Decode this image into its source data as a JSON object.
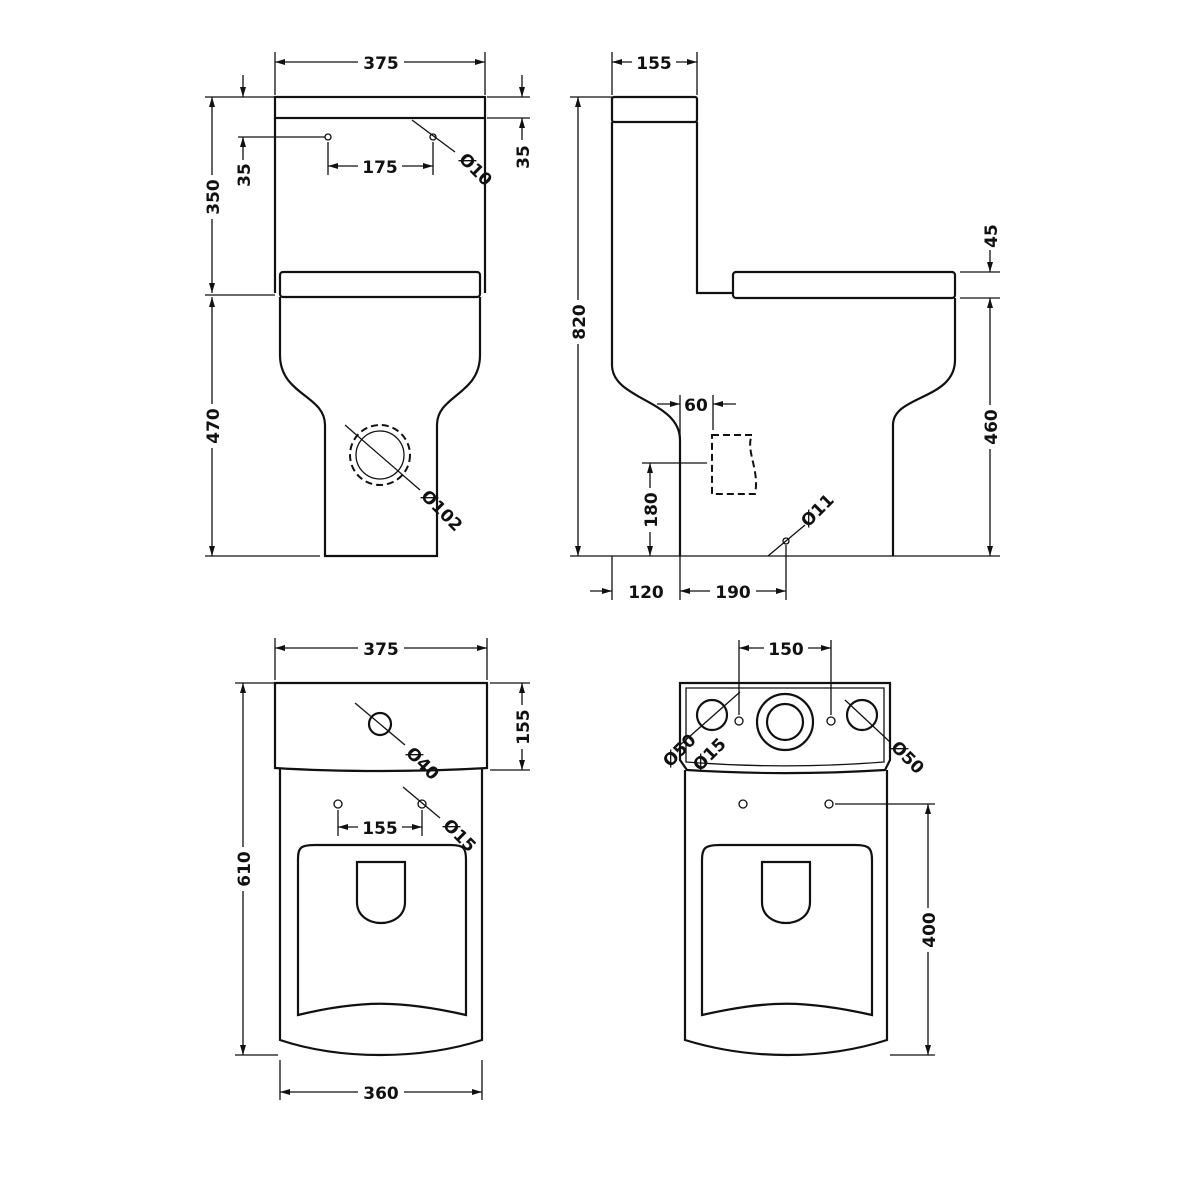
{
  "front_view": {
    "width_top": "375",
    "tank_height": "350",
    "pan_height": "470",
    "tank_offset_left": "35",
    "tank_offset_right": "35",
    "button_spacing": "175",
    "button_hole": "Ø10",
    "waste_outlet": "Ø102"
  },
  "side_view": {
    "tank_depth": "155",
    "overall_height": "820",
    "seat_thickness": "45",
    "pan_height": "460",
    "outlet_setback": "60",
    "outlet_height": "180",
    "back_offset": "120",
    "fixing_distance": "190",
    "fixing_hole": "Ø11"
  },
  "top_view": {
    "width_top": "375",
    "tank_depth": "155",
    "overall_depth": "610",
    "base_width": "360",
    "seat_fixing_spacing": "155",
    "tap_hole": "Ø40",
    "seat_hole": "Ø15"
  },
  "underside_view": {
    "fixing_spacing": "150",
    "left_hole": "Ø50",
    "small_hole": "Ø15",
    "right_hole": "Ø50",
    "seat_fixing_depth": "400"
  },
  "colors": {
    "line": "#111111",
    "background": "#ffffff"
  }
}
